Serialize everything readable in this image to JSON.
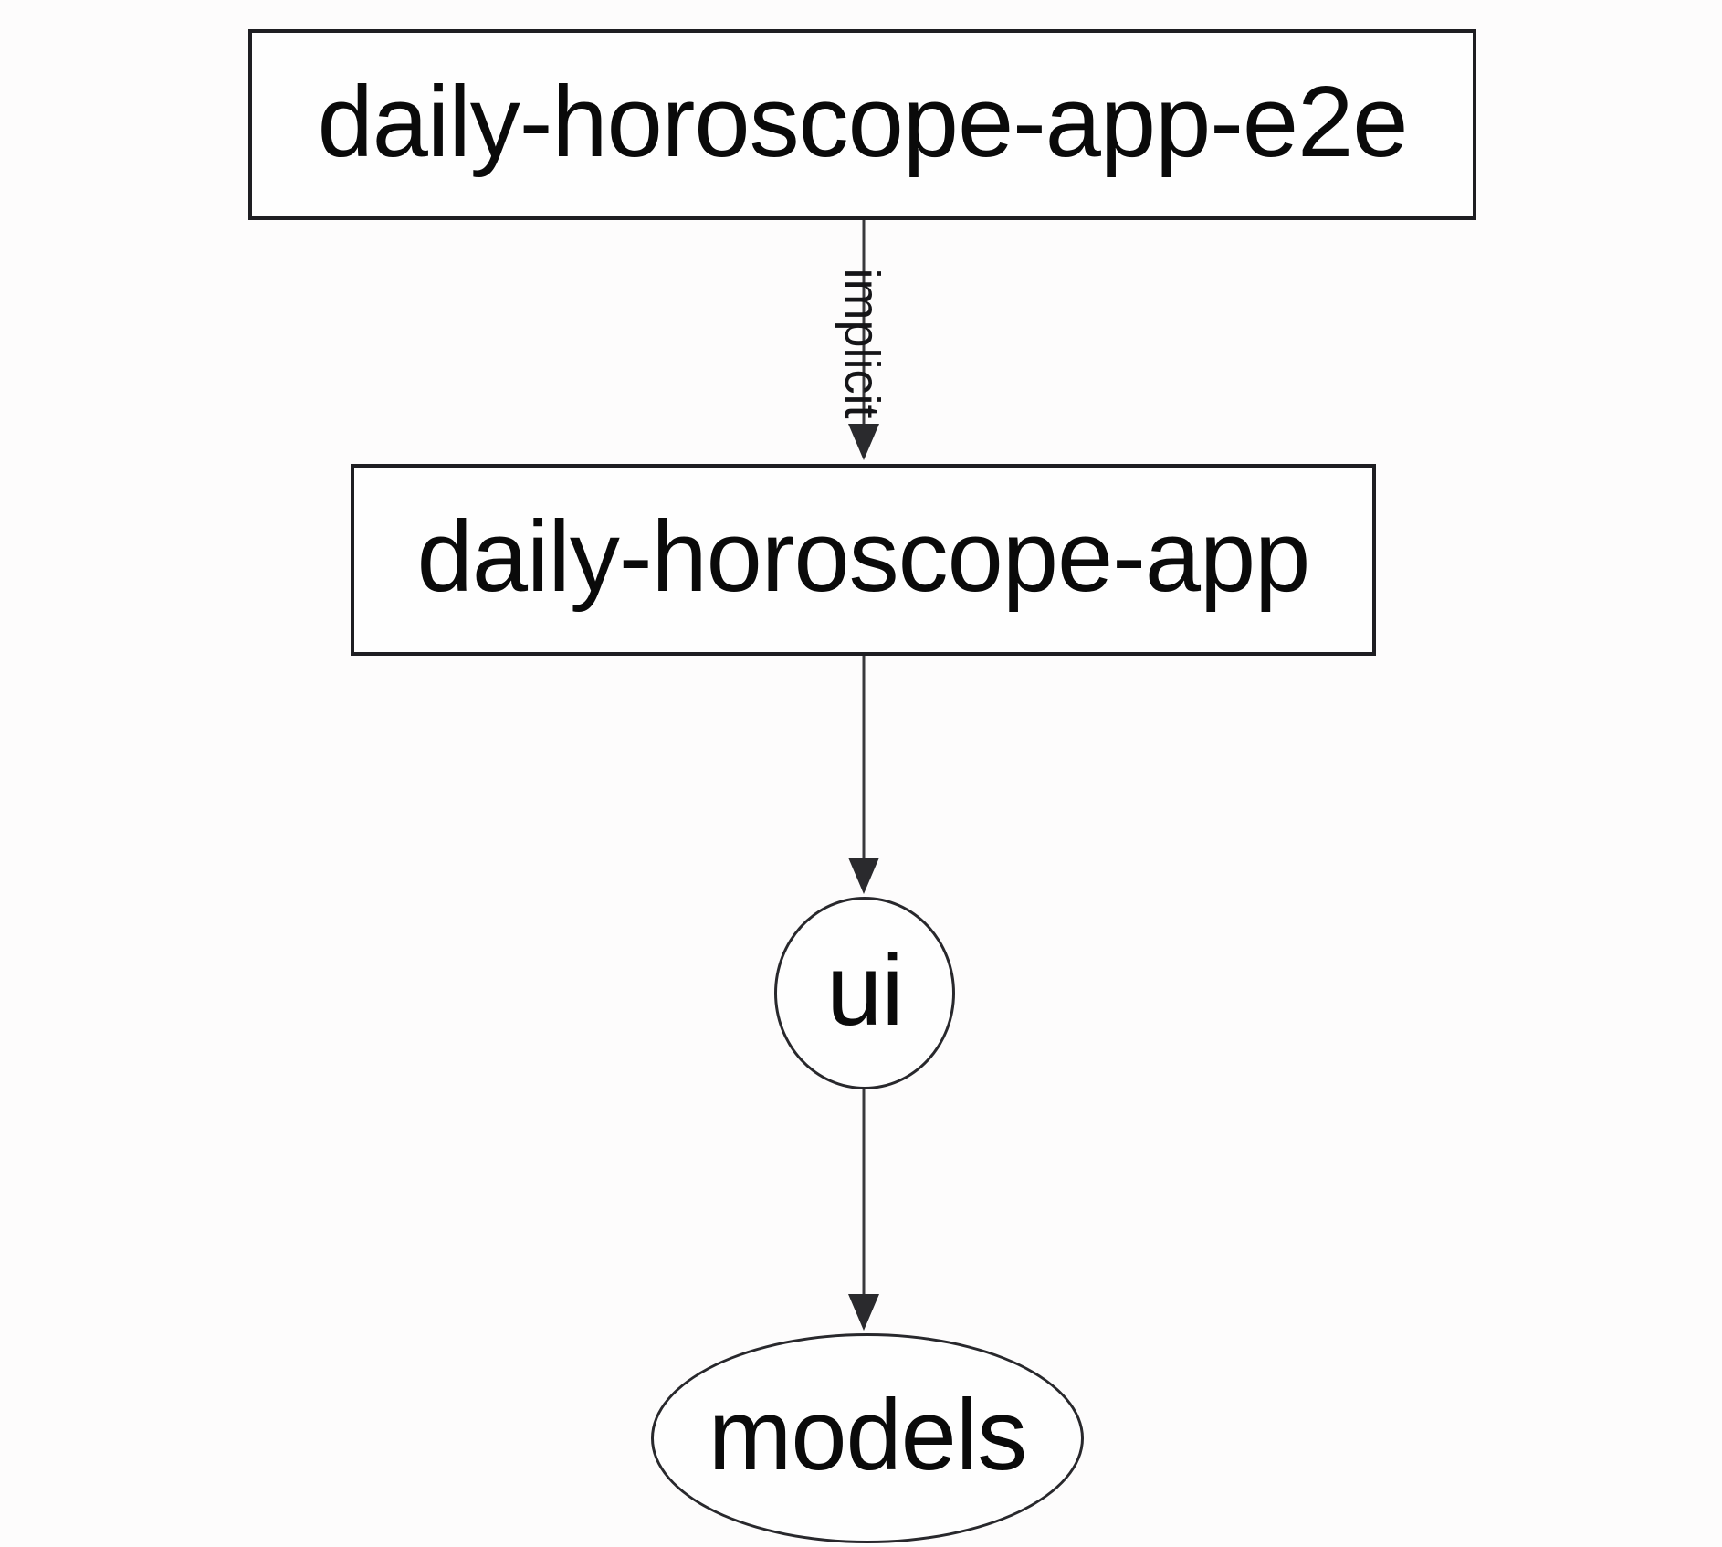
{
  "diagram": {
    "type": "dependency-graph",
    "background_color": "#fdfcfc",
    "node_border_color": "#1e1e22",
    "edge_color": "#39393c",
    "text_color": "#0a0a0a"
  },
  "nodes": {
    "e2e": {
      "label": "daily-horoscope-app-e2e",
      "shape": "rectangle"
    },
    "app": {
      "label": "daily-horoscope-app",
      "shape": "rectangle"
    },
    "ui": {
      "label": "ui",
      "shape": "ellipse"
    },
    "models": {
      "label": "models",
      "shape": "ellipse"
    }
  },
  "edges": {
    "e2e_to_app": {
      "from": "daily-horoscope-app-e2e",
      "to": "daily-horoscope-app",
      "label": "implicit",
      "arrow": "down"
    },
    "app_to_ui": {
      "from": "daily-horoscope-app",
      "to": "ui",
      "label": "",
      "arrow": "down"
    },
    "ui_to_models": {
      "from": "ui",
      "to": "models",
      "label": "",
      "arrow": "down"
    }
  }
}
